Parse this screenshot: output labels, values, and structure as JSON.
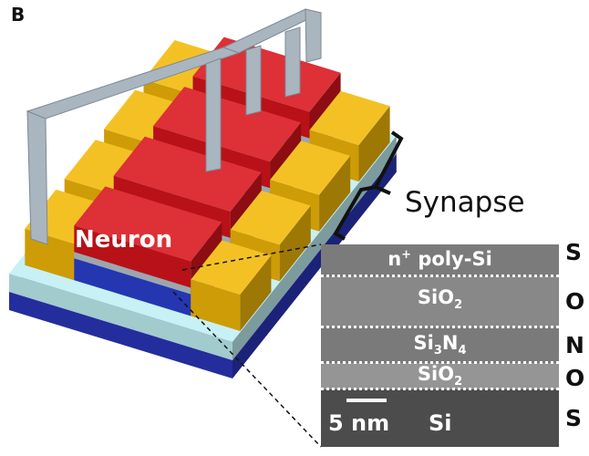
{
  "panel_label": "B",
  "labels": {
    "neuron": "Neuron",
    "synapse": "Synapse"
  },
  "tem": {
    "layers": [
      {
        "name": "n",
        "sup": "+",
        "rest": " poly-Si"
      },
      {
        "name": "SiO",
        "sub": "2"
      },
      {
        "name_a": "Si",
        "sub_a": "3",
        "name_b": "N",
        "sub_b": "4"
      },
      {
        "name": "SiO",
        "sub": "2"
      },
      {
        "name": "Si"
      }
    ],
    "scale_bar": "5 nm"
  },
  "sonos": [
    "S",
    "O",
    "N",
    "O",
    "S"
  ],
  "colors": {
    "gate": "#d8141c",
    "pad": "#f2b807",
    "channel": "#2b3fd0",
    "substrate_top": "#bfeff2",
    "substrate_base": "#2a35b8",
    "wire": "#a9b5bf"
  }
}
